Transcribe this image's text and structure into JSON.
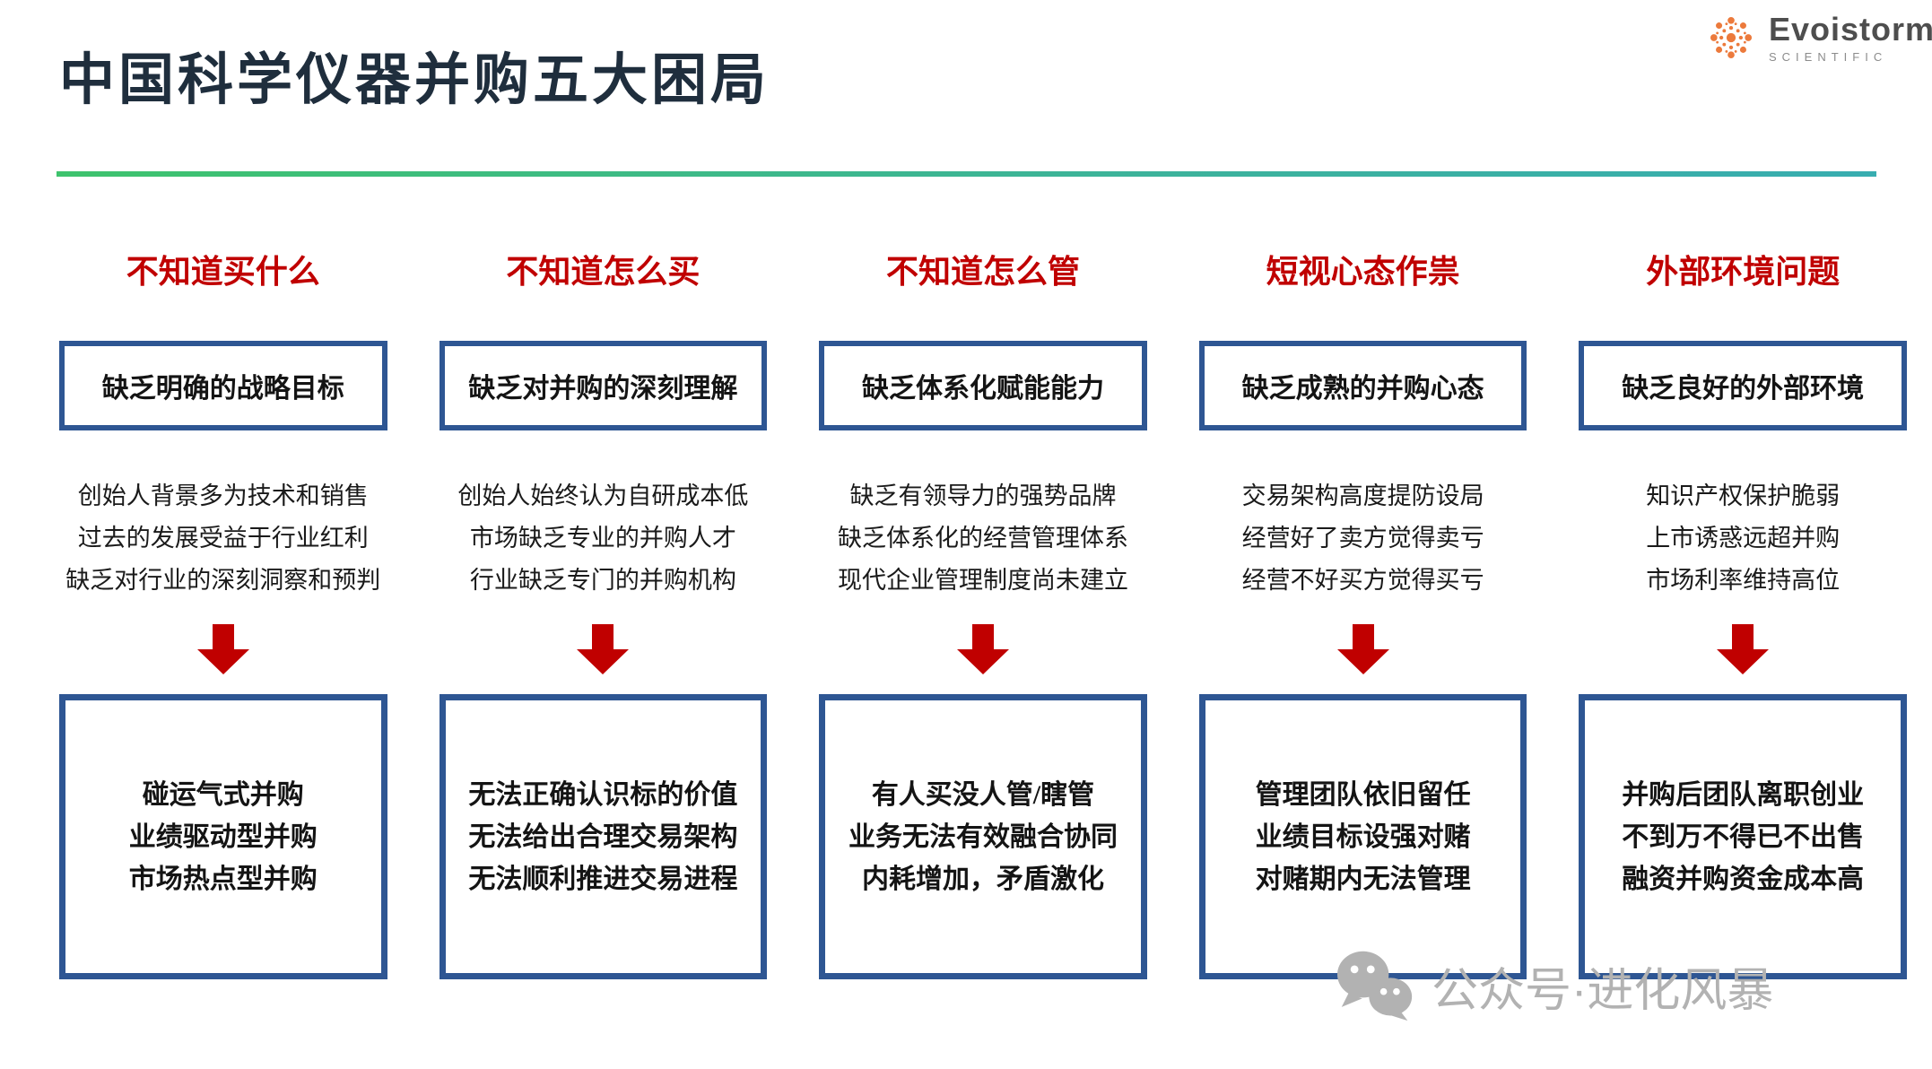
{
  "page": {
    "title": "中国科学仪器并购五大困局"
  },
  "logo": {
    "brand": "Evoistorm",
    "sub": "SCIENTIFIC"
  },
  "watermark": {
    "text": "公众号·进化风暴",
    "icon": "wechat-icon"
  },
  "colors": {
    "title": "#1f2e3d",
    "header_red": "#c00000",
    "box_border_blue": "#2e5693",
    "arrow_red": "#c00000",
    "divider_start": "#3ec36d",
    "divider_end": "#38adb0",
    "logo_orange": "#ec7a3c",
    "watermark_gray": "#b2b2b2"
  },
  "columns": [
    {
      "header": "不知道买什么",
      "problem": "缺乏明确的战略目标",
      "causes": [
        "创始人背景多为技术和销售",
        "过去的发展受益于行业红利",
        "缺乏对行业的深刻洞察和预判"
      ],
      "consequences": [
        "碰运气式并购",
        "业绩驱动型并购",
        "市场热点型并购"
      ]
    },
    {
      "header": "不知道怎么买",
      "problem": "缺乏对并购的深刻理解",
      "causes": [
        "创始人始终认为自研成本低",
        "市场缺乏专业的并购人才",
        "行业缺乏专门的并购机构"
      ],
      "consequences": [
        "无法正确认识标的价值",
        "无法给出合理交易架构",
        "无法顺利推进交易进程"
      ]
    },
    {
      "header": "不知道怎么管",
      "problem": "缺乏体系化赋能能力",
      "causes": [
        "缺乏有领导力的强势品牌",
        "缺乏体系化的经营管理体系",
        "现代企业管理制度尚未建立"
      ],
      "consequences": [
        "有人买没人管/瞎管",
        "业务无法有效融合协同",
        "内耗增加，矛盾激化"
      ]
    },
    {
      "header": "短视心态作祟",
      "problem": "缺乏成熟的并购心态",
      "causes": [
        "交易架构高度提防设局",
        "经营好了卖方觉得卖亏",
        "经营不好买方觉得买亏"
      ],
      "consequences": [
        "管理团队依旧留任",
        "业绩目标设强对赌",
        "对赌期内无法管理"
      ]
    },
    {
      "header": "外部环境问题",
      "problem": "缺乏良好的外部环境",
      "causes": [
        "知识产权保护脆弱",
        "上市诱惑远超并购",
        "市场利率维持高位"
      ],
      "consequences": [
        "并购后团队离职创业",
        "不到万不得已不出售",
        "融资并购资金成本高"
      ]
    }
  ]
}
